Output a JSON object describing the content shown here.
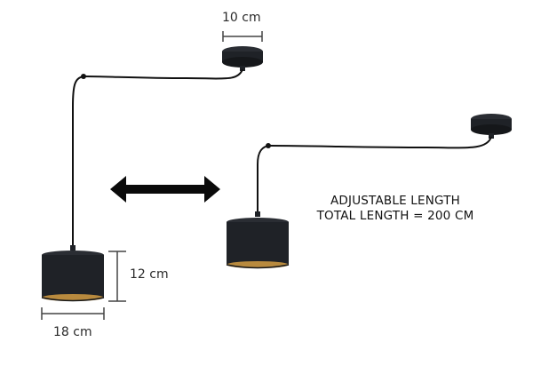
{
  "dimensions": {
    "canopy_width": "10 cm",
    "shade_height": "12 cm",
    "shade_width": "18 cm"
  },
  "info": {
    "line1": "ADJUSTABLE LENGTH",
    "line2": "TOTAL LENGTH = 200 CM"
  },
  "colors": {
    "lamp": "#1f2227",
    "cable": "#111111",
    "shade_inner": "#b88a3e",
    "arrow": "#0a0a0a",
    "dimension_line": "#444444"
  },
  "icons": [
    "double-arrow-icon",
    "pendant-lamp-icon"
  ]
}
